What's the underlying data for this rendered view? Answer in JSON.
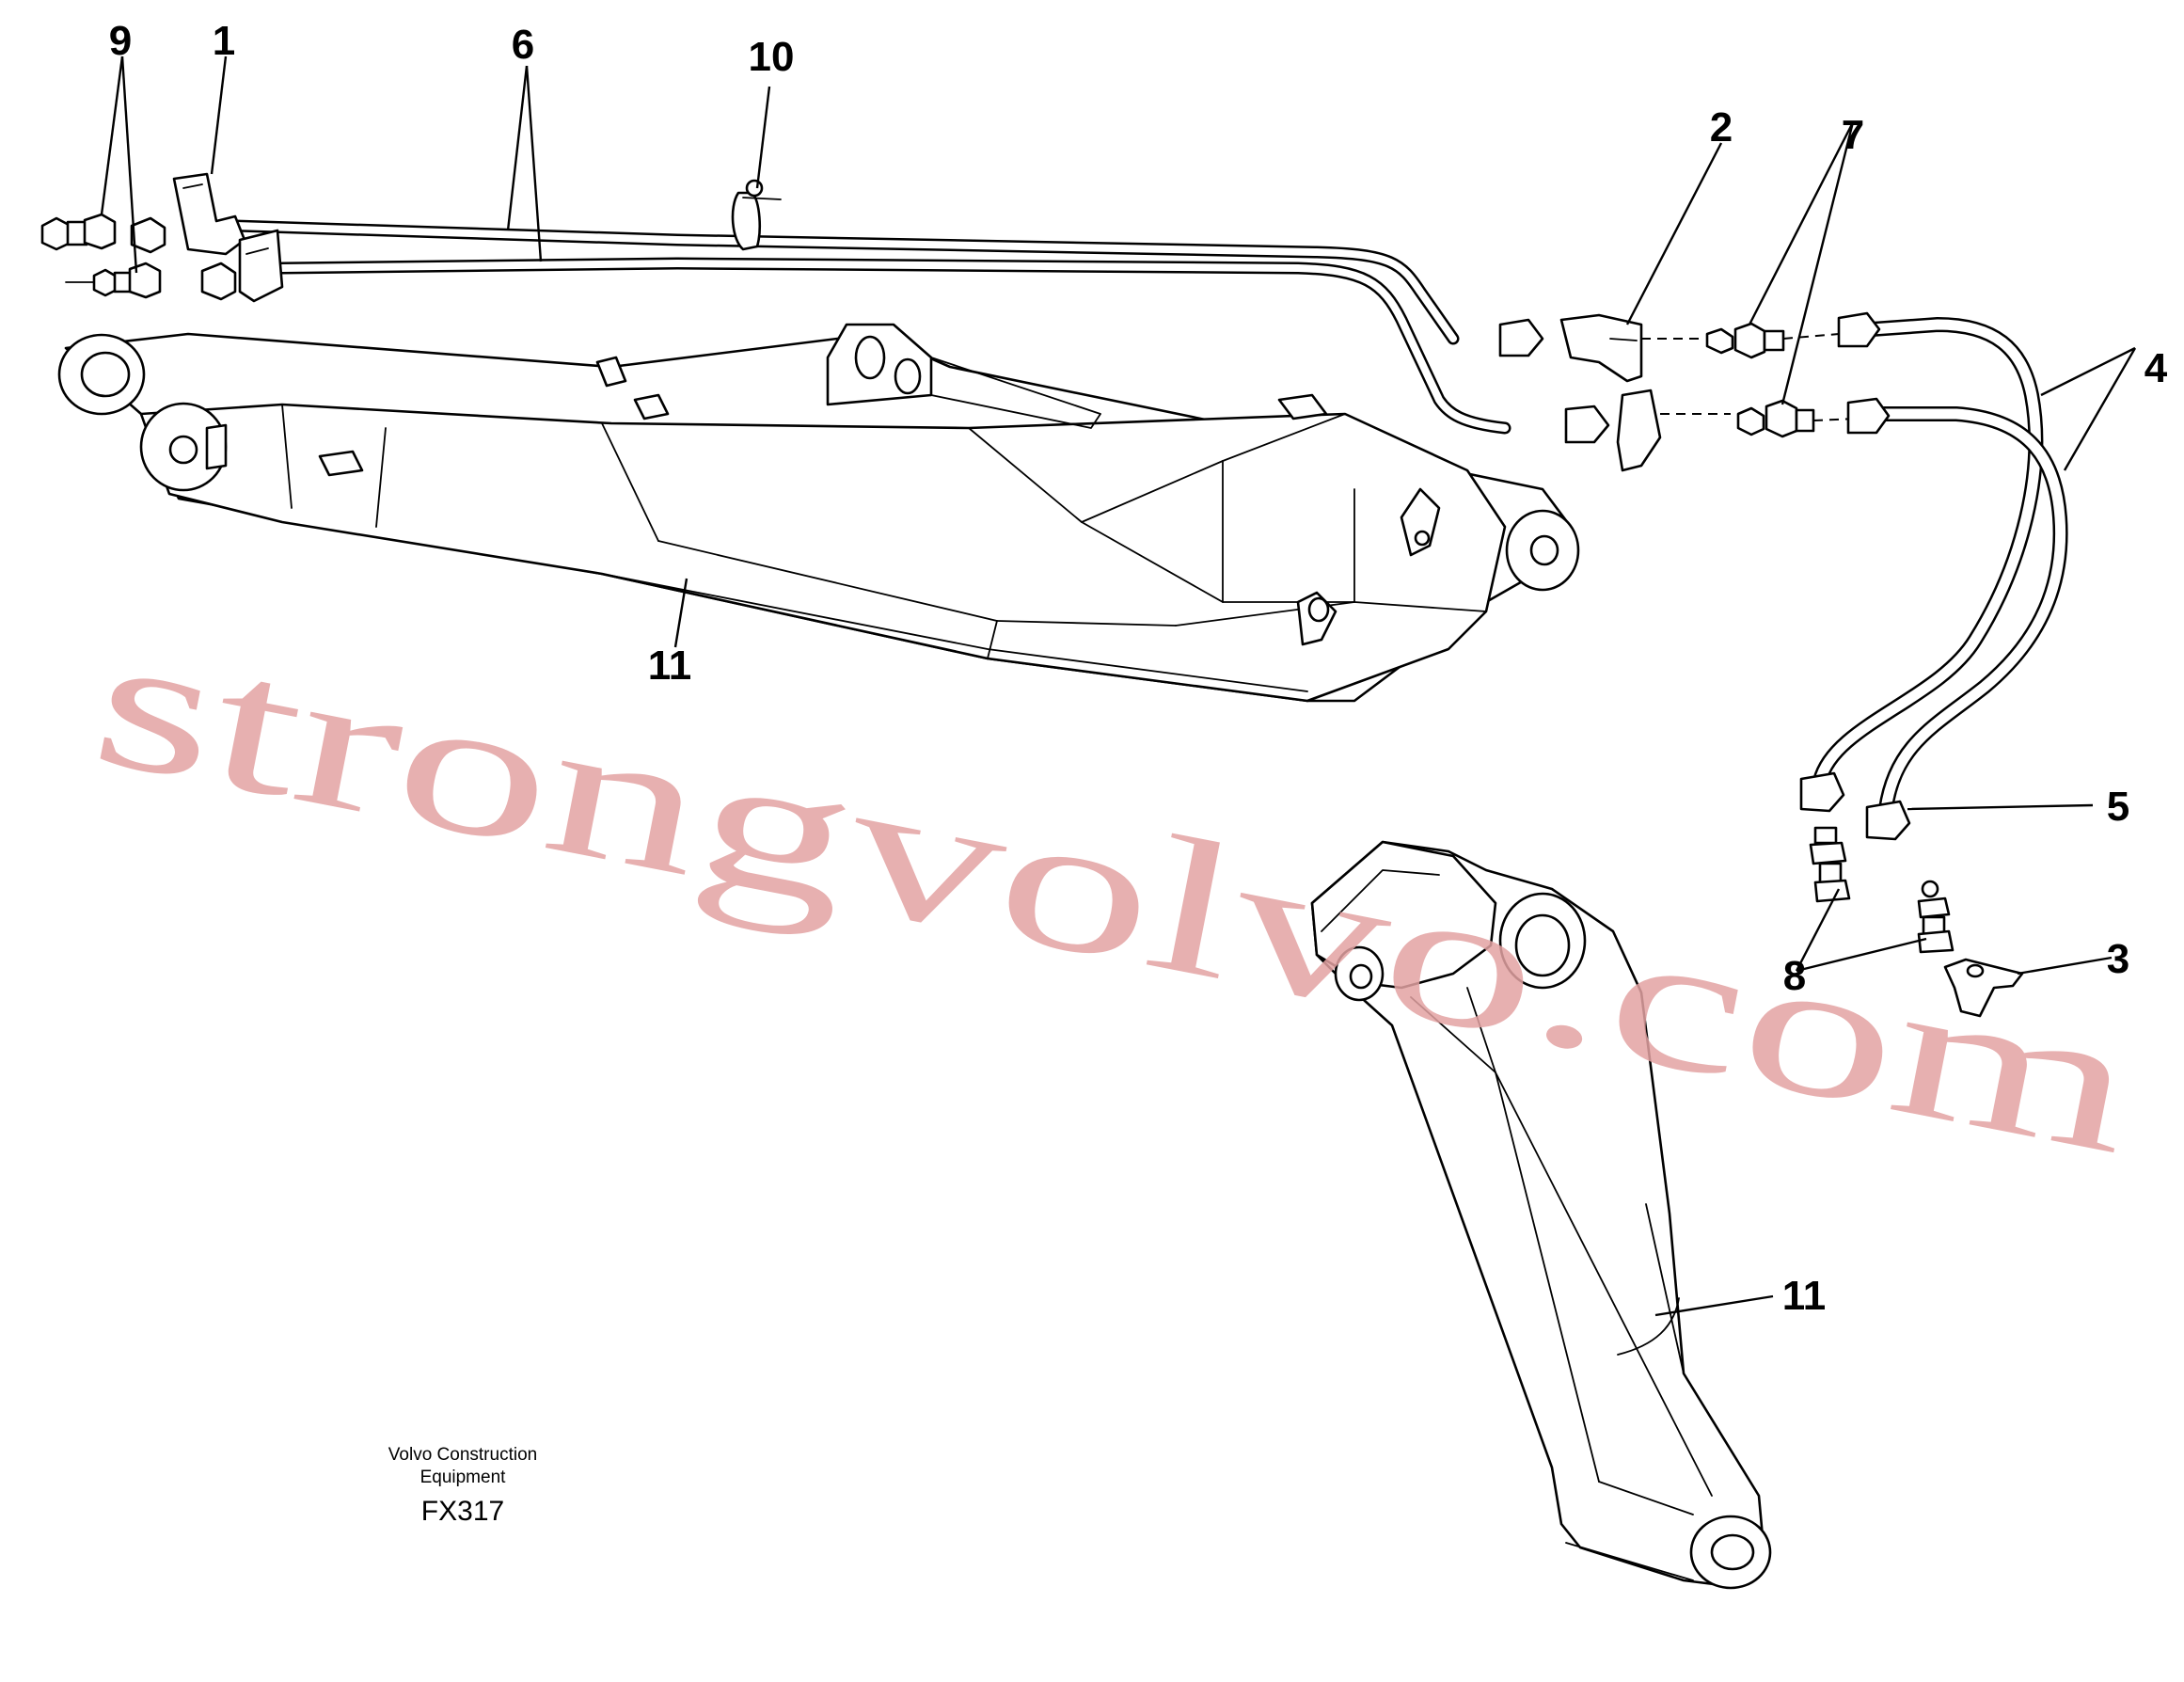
{
  "callouts": {
    "c9": "9",
    "c1": "1",
    "c6": "6",
    "c10": "10",
    "c2": "2",
    "c7": "7",
    "c4": "4",
    "c5": "5",
    "c3": "3",
    "c8": "8",
    "c11_upper": "11",
    "c11_lower": "11"
  },
  "credit": {
    "line1": "Volvo Construction",
    "line2": "Equipment",
    "figure_code": "FX317"
  },
  "watermark": "strongvolvo.com",
  "colors": {
    "line": "#000000",
    "background": "#ffffff",
    "watermark": "#e3a2a2"
  }
}
